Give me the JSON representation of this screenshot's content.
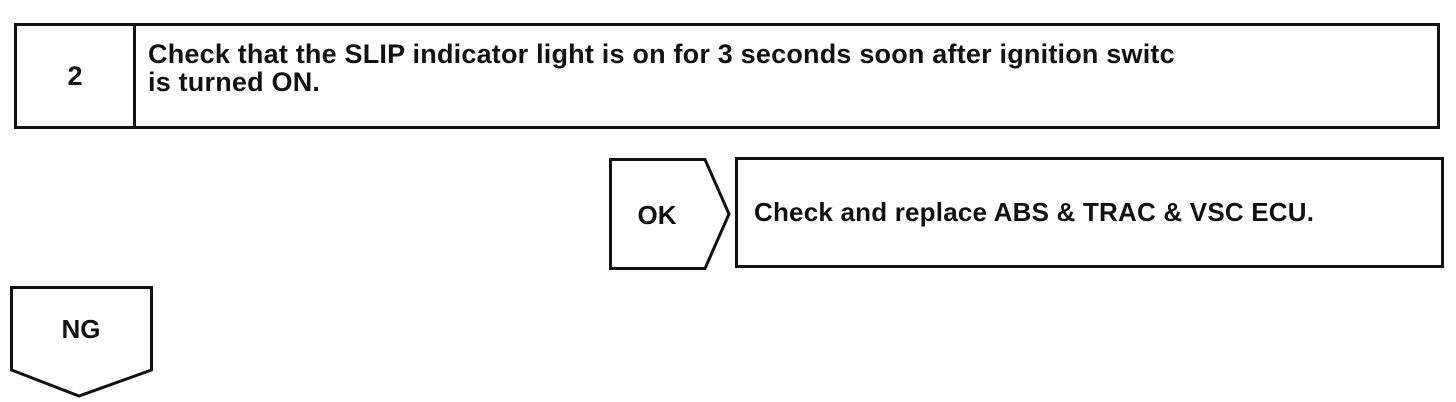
{
  "step": {
    "number": "2",
    "text": "Check that the SLIP indicator light is on for 3 seconds soon after ignition switc\nis turned ON."
  },
  "ok_branch": {
    "label": "OK",
    "action": "Check and replace ABS & TRAC & VSC ECU."
  },
  "ng_branch": {
    "label": "NG"
  }
}
